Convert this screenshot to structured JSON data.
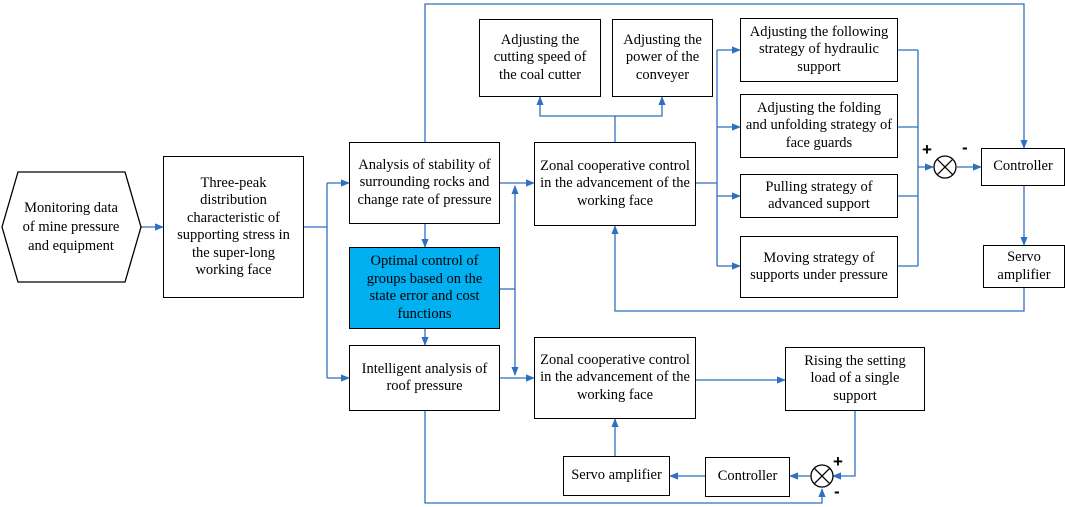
{
  "nodes": {
    "monitoring": "Monitoring data of mine pressure and equipment",
    "three_peak": "Three-peak distribution characteristic of supporting stress in the super-long working face",
    "stability": "Analysis of stability of surrounding rocks and change rate of pressure",
    "optimal": "Optimal control of groups based on the state error and cost functions",
    "roof": "Intelligent analysis of roof pressure",
    "zonal_top": "Zonal cooperative control in the advancement of the working face",
    "zonal_bottom": "Zonal cooperative control in the advancement of the working face",
    "cutting_speed": "Adjusting the cutting speed of the coal cutter",
    "conveyer_power": "Adjusting the power of the conveyer",
    "following": "Adjusting the following strategy of hydraulic support",
    "folding": "Adjusting the folding and unfolding strategy of face guards",
    "pulling": "Pulling strategy of advanced support",
    "moving": "Moving strategy of supports under pressure",
    "controller_top": "Controller",
    "servo_top": "Servo amplifier",
    "rising": "Rising the setting load of a single support",
    "controller_bottom": "Controller",
    "servo_bottom": "Servo amplifier"
  },
  "signs": {
    "top_plus": "+",
    "top_minus": "-",
    "bottom_plus": "+",
    "bottom_minus": "-"
  },
  "colors": {
    "connector": "#2f6fc0",
    "highlight": "#00b0f0",
    "border": "#000000"
  }
}
